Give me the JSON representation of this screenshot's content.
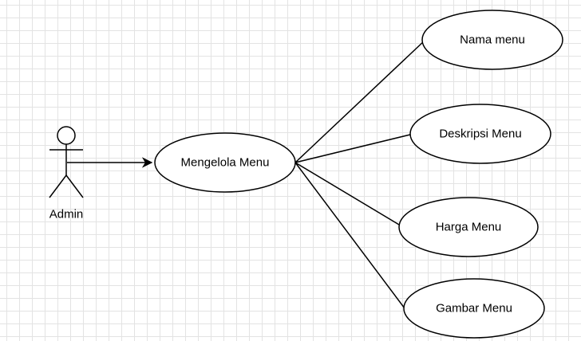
{
  "actor": {
    "label": "Admin"
  },
  "main_use_case": {
    "label": "Mengelola Menu"
  },
  "sub_use_cases": [
    {
      "label": "Nama menu"
    },
    {
      "label": "Deskripsi Menu"
    },
    {
      "label": "Harga Menu"
    },
    {
      "label": "Gambar Menu"
    }
  ],
  "colors": {
    "stroke": "#000000",
    "fill": "#ffffff",
    "grid": "#e3e3e3"
  }
}
